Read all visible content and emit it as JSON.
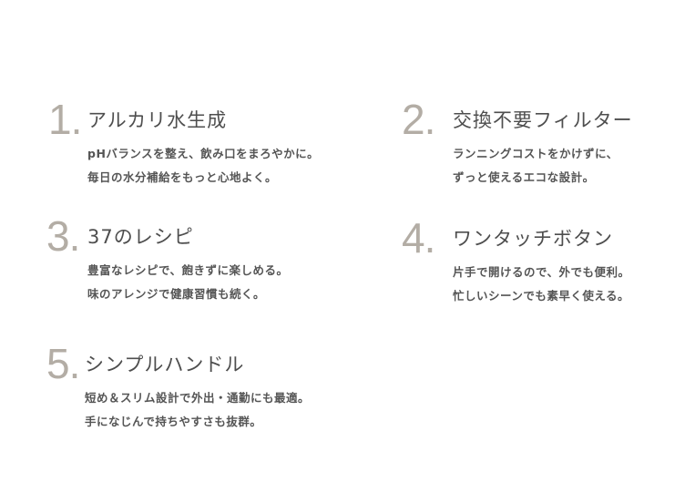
{
  "features": [
    {
      "number": "1.",
      "title": "アルカリ水生成",
      "lines": [
        "pHバランスを整え、飲み口をまろやかに。",
        "毎日の水分補給をもっと心地よく。"
      ]
    },
    {
      "number": "2.",
      "title": "交換不要フィルター",
      "lines": [
        "ランニングコストをかけずに、",
        "ずっと使えるエコな設計。"
      ]
    },
    {
      "number": "3.",
      "title": "37のレシピ",
      "lines": [
        "豊富なレシピで、飽きずに楽しめる。",
        "味のアレンジで健康習慣も続く。"
      ]
    },
    {
      "number": "4.",
      "title": "ワンタッチボタン",
      "lines": [
        "片手で開けるので、外でも便利。",
        "忙しいシーンでも素早く使える。"
      ]
    },
    {
      "number": "5.",
      "title": "シンプルハンドル",
      "lines": [
        "短め＆スリム設計で外出・通勤にも最適。",
        "手になじんで持ちやすさも抜群。"
      ]
    }
  ],
  "colors": {
    "number": "#b3ada5",
    "title": "#4e4e4e",
    "body": "#555555"
  }
}
